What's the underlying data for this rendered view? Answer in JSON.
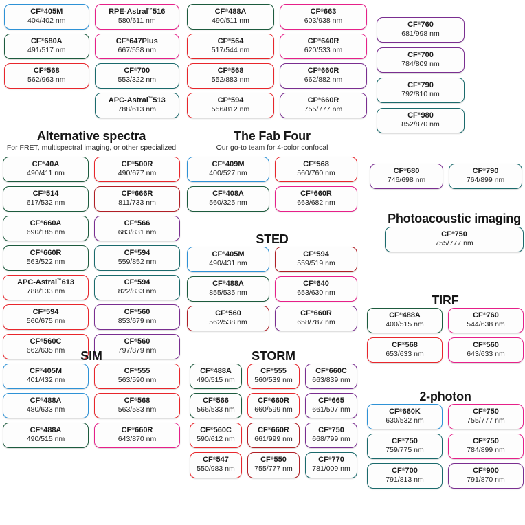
{
  "sections": [
    {
      "id": "top-left",
      "title": "",
      "subtitle": "",
      "columns": 2,
      "cards": [
        {
          "name": "CF",
          "reg": "®",
          "model": "405M",
          "tm": "",
          "spectra": "404/402 nm",
          "color": "blue"
        },
        {
          "name": "RPE-Astral",
          "reg": "",
          "model": "516",
          "tm": "™",
          "spectra": "580/611 nm",
          "color": "magenta"
        },
        {
          "name": "CF",
          "reg": "®",
          "model": "680A",
          "tm": "",
          "spectra": "491/517 nm",
          "color": "green"
        },
        {
          "name": "CF",
          "reg": "®",
          "model": "647Plus",
          "tm": "",
          "spectra": "667/558 nm",
          "color": "magenta"
        },
        {
          "name": "CF",
          "reg": "®",
          "model": "568",
          "tm": "",
          "spectra": "562/963 nm",
          "color": "red"
        },
        {
          "name": "CF",
          "reg": "®",
          "model": "700",
          "tm": "",
          "spectra": "553/322 nm",
          "color": "teal"
        },
        {
          "name": "",
          "reg": "",
          "model": "",
          "tm": "",
          "spectra": "",
          "color": "none"
        },
        {
          "name": "APC-Astral",
          "reg": "",
          "model": "513",
          "tm": "™",
          "spectra": "788/613 nm",
          "color": "teal"
        }
      ]
    },
    {
      "id": "top-mid",
      "title": "",
      "subtitle": "",
      "columns": 2,
      "cards": [
        {
          "name": "CF",
          "reg": "®",
          "model": "488A",
          "tm": "",
          "spectra": "490/511 nm",
          "color": "green"
        },
        {
          "name": "CF",
          "reg": "®",
          "model": "663",
          "tm": "",
          "spectra": "603/938 nm",
          "color": "magenta"
        },
        {
          "name": "CF",
          "reg": "®",
          "model": "564",
          "tm": "",
          "spectra": "517/544 nm",
          "color": "red"
        },
        {
          "name": "CF",
          "reg": "®",
          "model": "640R",
          "tm": "",
          "spectra": "620/533 nm",
          "color": "magenta"
        },
        {
          "name": "CF",
          "reg": "®",
          "model": "568",
          "tm": "",
          "spectra": "552/883 nm",
          "color": "red"
        },
        {
          "name": "CF",
          "reg": "®",
          "model": "660R",
          "tm": "",
          "spectra": "662/882 nm",
          "color": "purple"
        },
        {
          "name": "CF",
          "reg": "®",
          "model": "594",
          "tm": "",
          "spectra": "556/812 nm",
          "color": "red"
        },
        {
          "name": "CF",
          "reg": "®",
          "model": "660R",
          "tm": "",
          "spectra": "755/777 nm",
          "color": "purple"
        }
      ]
    },
    {
      "id": "top-right",
      "title": "",
      "subtitle": "",
      "columns": 1,
      "cards": [
        {
          "name": "CF",
          "reg": "®",
          "model": "760",
          "tm": "",
          "spectra": "681/998 nm",
          "color": "purple"
        },
        {
          "name": "CF",
          "reg": "®",
          "model": "700",
          "tm": "",
          "spectra": "784/809 nm",
          "color": "purple"
        },
        {
          "name": "CF",
          "reg": "®",
          "model": "790",
          "tm": "",
          "spectra": "792/810 nm",
          "color": "teal"
        },
        {
          "name": "CF",
          "reg": "®",
          "model": "980",
          "tm": "",
          "spectra": "852/870 nm",
          "color": "teal"
        }
      ]
    },
    {
      "id": "alt-spectra",
      "title": "Alternative spectra",
      "subtitle": "For FRET, multispectral imaging, or other specialized",
      "columns": 2,
      "cards": [
        {
          "name": "CF",
          "reg": "®",
          "model": "40A",
          "tm": "",
          "spectra": "490/411 nm",
          "color": "green"
        },
        {
          "name": "CF",
          "reg": "®",
          "model": "500R",
          "tm": "",
          "spectra": "490/677 nm",
          "color": "red"
        },
        {
          "name": "CF",
          "reg": "®",
          "model": "514",
          "tm": "",
          "spectra": "617/532 nm",
          "color": "green"
        },
        {
          "name": "CF",
          "reg": "®",
          "model": "666R",
          "tm": "",
          "spectra": "811/733 nm",
          "color": "darkred"
        },
        {
          "name": "CF",
          "reg": "®",
          "model": "660A",
          "tm": "",
          "spectra": "690/185 nm",
          "color": "green"
        },
        {
          "name": "CF",
          "reg": "®",
          "model": "566",
          "tm": "",
          "spectra": "683/831 nm",
          "color": "purple"
        },
        {
          "name": "CF",
          "reg": "®",
          "model": "660R",
          "tm": "",
          "spectra": "563/522 nm",
          "color": "green"
        },
        {
          "name": "CF",
          "reg": "®",
          "model": "594",
          "tm": "",
          "spectra": "559/852 nm",
          "color": "teal"
        },
        {
          "name": "APC-Astral",
          "reg": "",
          "model": "613",
          "tm": "™",
          "spectra": "788/133 nm",
          "color": "red"
        },
        {
          "name": "CF",
          "reg": "®",
          "model": "594",
          "tm": "",
          "spectra": "822/833 nm",
          "color": "teal"
        },
        {
          "name": "CF",
          "reg": "®",
          "model": "594",
          "tm": "",
          "spectra": "560/675 nm",
          "color": "red"
        },
        {
          "name": "CF",
          "reg": "®",
          "model": "560",
          "tm": "",
          "spectra": "853/679 nm",
          "color": "purple"
        },
        {
          "name": "CF",
          "reg": "®",
          "model": "560C",
          "tm": "",
          "spectra": "662/635 nm",
          "color": "red"
        },
        {
          "name": "CF",
          "reg": "®",
          "model": "560",
          "tm": "",
          "spectra": "797/879 nm",
          "color": "purple"
        }
      ]
    },
    {
      "id": "fab-four",
      "title": "The Fab Four",
      "subtitle": "Our go-to team for 4-color confocal",
      "columns": 2,
      "cards": [
        {
          "name": "CF",
          "reg": "®",
          "model": "409M",
          "tm": "",
          "spectra": "400/527 nm",
          "color": "blue"
        },
        {
          "name": "CF",
          "reg": "®",
          "model": "568",
          "tm": "",
          "spectra": "560/760 nm",
          "color": "red"
        },
        {
          "name": "CF",
          "reg": "®",
          "model": "408A",
          "tm": "",
          "spectra": "560/325 nm",
          "color": "green"
        },
        {
          "name": "CF",
          "reg": "®",
          "model": "660R",
          "tm": "",
          "spectra": "663/682 nm",
          "color": "magenta"
        }
      ]
    },
    {
      "id": "sted",
      "title": "STED",
      "subtitle": "",
      "columns": 2,
      "cards": [
        {
          "name": "CF",
          "reg": "®",
          "model": "405M",
          "tm": "",
          "spectra": "490/431 nm",
          "color": "blue"
        },
        {
          "name": "CF",
          "reg": "®",
          "model": "594",
          "tm": "",
          "spectra": "559/519 nm",
          "color": "darkred"
        },
        {
          "name": "CF",
          "reg": "®",
          "model": "488A",
          "tm": "",
          "spectra": "855/535 nm",
          "color": "green"
        },
        {
          "name": "CF",
          "reg": "®",
          "model": "640",
          "tm": "",
          "spectra": "653/630 nm",
          "color": "magenta"
        },
        {
          "name": "CF",
          "reg": "®",
          "model": "560",
          "tm": "",
          "spectra": "562/538 nm",
          "color": "darkred"
        },
        {
          "name": "CF",
          "reg": "®",
          "model": "660R",
          "tm": "",
          "spectra": "658/787 nm",
          "color": "purple"
        }
      ]
    },
    {
      "id": "sim",
      "title": "SIM",
      "subtitle": "",
      "columns": 2,
      "cards": [
        {
          "name": "CF",
          "reg": "®",
          "model": "405M",
          "tm": "",
          "spectra": "401/432 nm",
          "color": "blue"
        },
        {
          "name": "CF",
          "reg": "®",
          "model": "555",
          "tm": "",
          "spectra": "563/590 nm",
          "color": "red"
        },
        {
          "name": "CF",
          "reg": "®",
          "model": "488A",
          "tm": "",
          "spectra": "480/633 nm",
          "color": "blue"
        },
        {
          "name": "CF",
          "reg": "®",
          "model": "568",
          "tm": "",
          "spectra": "563/583 nm",
          "color": "red"
        },
        {
          "name": "CF",
          "reg": "®",
          "model": "488A",
          "tm": "",
          "spectra": "490/515 nm",
          "color": "green"
        },
        {
          "name": "CF",
          "reg": "®",
          "model": "660R",
          "tm": "",
          "spectra": "643/870 nm",
          "color": "magenta"
        }
      ]
    },
    {
      "id": "storm",
      "title": "STORM",
      "subtitle": "",
      "columns": 3,
      "cards": [
        {
          "name": "CF",
          "reg": "®",
          "model": "488A",
          "tm": "",
          "spectra": "490/515 nm",
          "color": "green"
        },
        {
          "name": "CF",
          "reg": "®",
          "model": "555",
          "tm": "",
          "spectra": "560/539 nm",
          "color": "red"
        },
        {
          "name": "CF",
          "reg": "®",
          "model": "660C",
          "tm": "",
          "spectra": "663/839 nm",
          "color": "purple"
        },
        {
          "name": "CF",
          "reg": "®",
          "model": "566",
          "tm": "",
          "spectra": "566/533 nm",
          "color": "green"
        },
        {
          "name": "CF",
          "reg": "®",
          "model": "660R",
          "tm": "",
          "spectra": "660/599 nm",
          "color": "red"
        },
        {
          "name": "CF",
          "reg": "®",
          "model": "665",
          "tm": "",
          "spectra": "661/507 nm",
          "color": "purple"
        },
        {
          "name": "CF",
          "reg": "®",
          "model": "560C",
          "tm": "",
          "spectra": "590/612 nm",
          "color": "red"
        },
        {
          "name": "CF",
          "reg": "®",
          "model": "660R",
          "tm": "",
          "spectra": "661/999 nm",
          "color": "darkred"
        },
        {
          "name": "CF",
          "reg": "®",
          "model": "750",
          "tm": "",
          "spectra": "668/799 nm",
          "color": "purple"
        },
        {
          "name": "CF",
          "reg": "®",
          "model": "547",
          "tm": "",
          "spectra": "550/983 nm",
          "color": "red"
        },
        {
          "name": "CF",
          "reg": "®",
          "model": "550",
          "tm": "",
          "spectra": "755/777 nm",
          "color": "darkred"
        },
        {
          "name": "CF",
          "reg": "®",
          "model": "770",
          "tm": "",
          "spectra": "781/009 nm",
          "color": "teal"
        }
      ]
    },
    {
      "id": "nir-pair",
      "title": "",
      "subtitle": "",
      "columns": 2,
      "cards": [
        {
          "name": "CF",
          "reg": "®",
          "model": "680",
          "tm": "",
          "spectra": "746/698 nm",
          "color": "purple"
        },
        {
          "name": "CF",
          "reg": "®",
          "model": "790",
          "tm": "",
          "spectra": "764/899 nm",
          "color": "teal"
        }
      ]
    },
    {
      "id": "photoacoustic",
      "title": "Photoacoustic imaging",
      "subtitle": "",
      "columns": 1,
      "cards": [
        {
          "name": "CF",
          "reg": "®",
          "model": "750",
          "tm": "",
          "spectra": "755/777 nm",
          "color": "teal"
        }
      ]
    },
    {
      "id": "tirf",
      "title": "TIRF",
      "subtitle": "",
      "columns": 2,
      "cards": [
        {
          "name": "CF",
          "reg": "®",
          "model": "488A",
          "tm": "",
          "spectra": "400/515 nm",
          "color": "green"
        },
        {
          "name": "CF",
          "reg": "®",
          "model": "760",
          "tm": "",
          "spectra": "544/638 nm",
          "color": "magenta"
        },
        {
          "name": "CF",
          "reg": "®",
          "model": "568",
          "tm": "",
          "spectra": "653/633 nm",
          "color": "red"
        },
        {
          "name": "CF",
          "reg": "®",
          "model": "560",
          "tm": "",
          "spectra": "643/633 nm",
          "color": "magenta"
        }
      ]
    },
    {
      "id": "two-photon",
      "title": "2-photon",
      "subtitle": "",
      "columns": 2,
      "cards": [
        {
          "name": "CF",
          "reg": "®",
          "model": "660K",
          "tm": "",
          "spectra": "630/532 nm",
          "color": "blue"
        },
        {
          "name": "CF",
          "reg": "®",
          "model": "750",
          "tm": "",
          "spectra": "755/777 nm",
          "color": "magenta"
        },
        {
          "name": "CF",
          "reg": "®",
          "model": "750",
          "tm": "",
          "spectra": "759/775 nm",
          "color": "teal"
        },
        {
          "name": "CF",
          "reg": "®",
          "model": "750",
          "tm": "",
          "spectra": "784/899 nm",
          "color": "magenta"
        },
        {
          "name": "CF",
          "reg": "®",
          "model": "700",
          "tm": "",
          "spectra": "791/813 nm",
          "color": "teal"
        },
        {
          "name": "CF",
          "reg": "®",
          "model": "900",
          "tm": "",
          "spectra": "791/870 nm",
          "color": "purple"
        }
      ]
    }
  ],
  "palette": {
    "blue": "#2e92d6",
    "green": "#1d5b3e",
    "red": "#e8262c",
    "magenta": "#e62089",
    "purple": "#7a2e90",
    "teal": "#1b6a6c",
    "darkred": "#b01f26",
    "background": "#ffffff",
    "text": "#1a1a1a"
  }
}
